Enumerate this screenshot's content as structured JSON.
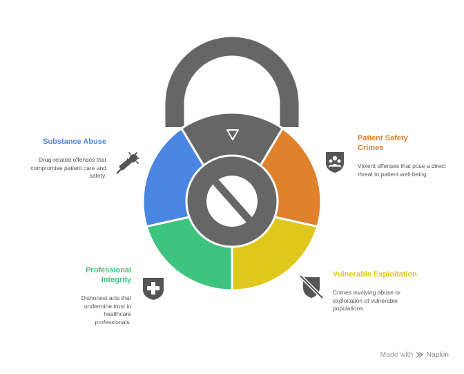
{
  "segments": [
    {
      "key": "substance",
      "title": "Substance Abuse",
      "description": "Drug-related offenses that compromise patient care and safety.",
      "color": "#4A86E2",
      "icon": "syringe-bug-icon"
    },
    {
      "key": "patient_safety",
      "title": "Patient Safety Crimes",
      "description": "Violent offenses that pose a direct threat to patient well-being.",
      "color": "#E0812E",
      "icon": "shield-people-icon"
    },
    {
      "key": "vulnerable",
      "title": "Vulnerable Exploitation",
      "description": "Crimes involving abuse or exploitation of vulnerable populations.",
      "color": "#DFC81B",
      "icon": "shield-slash-icon"
    },
    {
      "key": "integrity",
      "title": "Professional Integrity",
      "description": "Dishonest acts that undermine trust in healthcare professionals.",
      "color": "#3DC47E",
      "icon": "shield-cross-icon"
    }
  ],
  "lock": {
    "body_color": "#666666",
    "top_icon": "triangle-down-icon",
    "center_icon": "prohibition-icon"
  },
  "footer": {
    "made_with": "Made with",
    "brand": "Napkin",
    "icon": "napkin-logo-icon"
  }
}
